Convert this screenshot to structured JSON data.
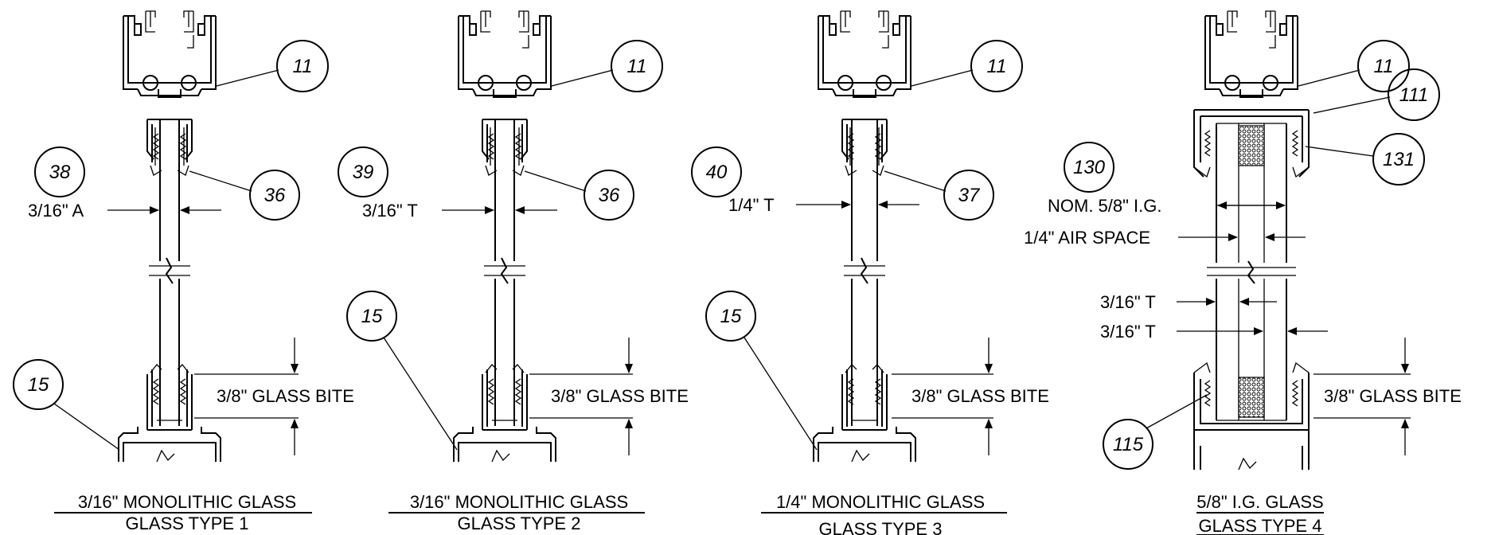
{
  "details": [
    {
      "caption_title": "3/16\" MONOLITHIC GLASS",
      "caption_type": "GLASS TYPE 1",
      "callouts": {
        "frame": "11",
        "glass_tag": "38",
        "gasket": "36",
        "base": "15"
      },
      "dims": {
        "thickness": "3/16\" A",
        "bite": "3/8\" GLASS BITE"
      }
    },
    {
      "caption_title": "3/16\" MONOLITHIC GLASS",
      "caption_type": "GLASS TYPE 2",
      "callouts": {
        "frame": "11",
        "glass_tag": "39",
        "gasket": "36",
        "base": "15"
      },
      "dims": {
        "thickness": "3/16\" T",
        "bite": "3/8\" GLASS BITE"
      }
    },
    {
      "caption_title": "1/4\" MONOLITHIC GLASS",
      "caption_type": "GLASS TYPE 3",
      "callouts": {
        "frame": "11",
        "glass_tag": "40",
        "gasket": "37",
        "base": "15"
      },
      "dims": {
        "thickness": "1/4\" T",
        "bite": "3/8\" GLASS BITE"
      }
    },
    {
      "caption_title": "5/8\" I.G. GLASS",
      "caption_type": "GLASS TYPE 4",
      "callouts": {
        "frame": "11",
        "glass_tag": "130",
        "adaptor_top": "111",
        "gasket": "131",
        "adaptor_bottom": "115"
      },
      "dims": {
        "ig_thickness": "NOM. 5/8\" I.G.",
        "air_space": "1/4\" AIR SPACE",
        "lite_outer": "3/16\" T",
        "lite_inner": "3/16\" T",
        "bite": "3/8\" GLASS BITE"
      }
    }
  ]
}
